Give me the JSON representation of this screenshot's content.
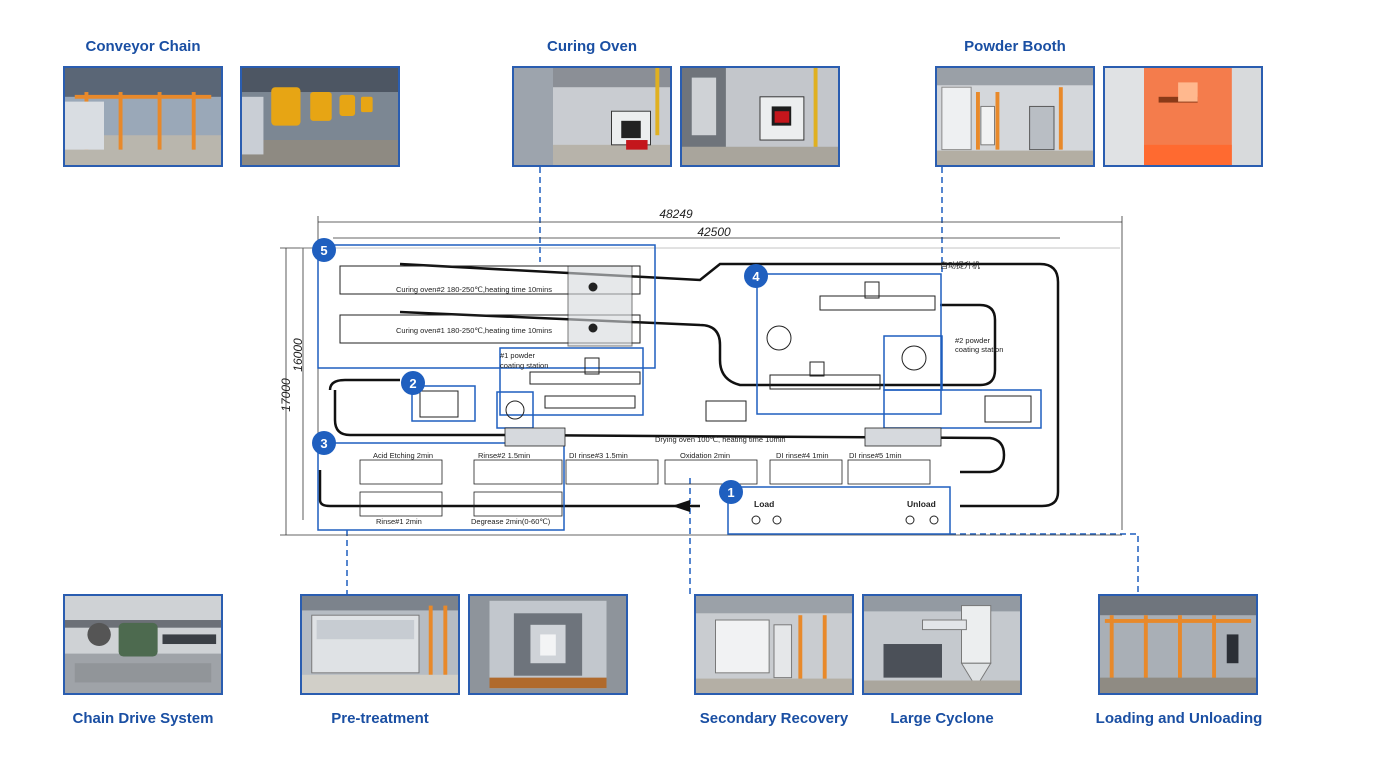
{
  "captions": {
    "conveyor_chain": "Conveyor Chain",
    "curing_oven": "Curing Oven",
    "powder_booth": "Powder Booth",
    "chain_drive": "Chain Drive System",
    "pretreatment": "Pre-treatment",
    "secondary_recovery": "Secondary Recovery",
    "large_cyclone": "Large Cyclone",
    "loading_unloading": "Loading and Unloading"
  },
  "badges": [
    "1",
    "2",
    "3",
    "4",
    "5"
  ],
  "dimensions": {
    "overall_length": "48249",
    "inner_length": "42500",
    "overall_height": "17000",
    "inner_height": "16000"
  },
  "labels": {
    "curing_oven_2": "Curing oven#2 180-250℃,heating time 10mins",
    "curing_oven_1": "Curing oven#1 180-250℃,heating time 10mins",
    "powder_station_1_a": "#1 powder",
    "powder_station_1_b": "coating station",
    "powder_station_2_a": "#2 powder",
    "powder_station_2_b": "coating station",
    "drying_oven": "Drying oven 100℃, heating time 10min",
    "acid_etching": "Acid Etching 2min",
    "rinse_2": "Rinse#2 1.5min",
    "di_rinse_3": "DI rinse#3  1.5min",
    "oxidation": "Oxidation  2min",
    "di_rinse_4": "DI rinse#4  1min",
    "di_rinse_5": "DI rinse#5  1min",
    "rinse_1": "Rinse#1 2min",
    "degrease": "Degrease 2min(0-60℃)",
    "load": "Load",
    "unload": "Unload",
    "top_right_note": "自动提升机"
  },
  "colors": {
    "accent_blue": "#1f5fbf",
    "caption_blue": "#1a4fa3",
    "frame_blue": "#2a5db0",
    "line_dark": "#111111"
  }
}
